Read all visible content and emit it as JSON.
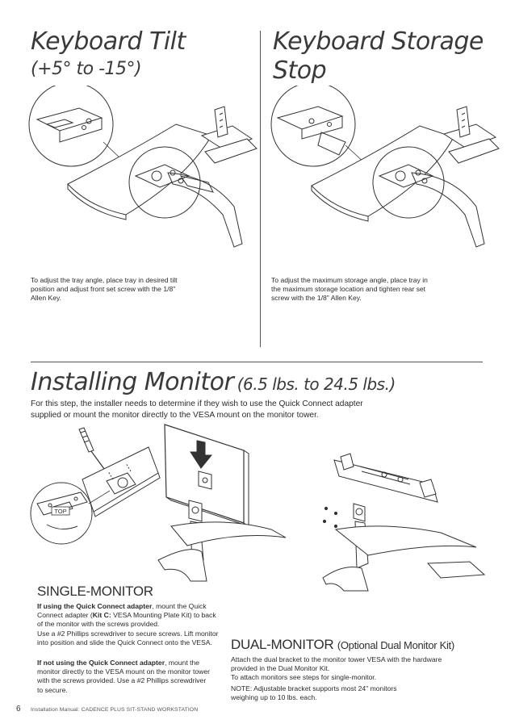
{
  "tilt": {
    "title": "Keyboard Tilt",
    "subtitle": "(+5° to -15°)",
    "desc_lines": [
      "To adjust the tray angle, place tray in desired tilt",
      "position and adjust front set screw with the 1/8\"",
      "Allen Key."
    ]
  },
  "storage": {
    "title": "Keyboard Storage Stop",
    "desc_lines": [
      "To adjust the maximum storage angle, place tray in",
      "the maximum storage location and tighten rear set",
      "screw with the 1/8\" Allen Key."
    ]
  },
  "monitor": {
    "title": "Installing Monitor",
    "weight": "(6.5 lbs. to 24.5 lbs.)",
    "intro_lines": [
      "For this step, the installer needs to determine if they wish to use the Quick Connect adapter",
      "supplied or mount the monitor directly to the VESA mount on the monitor tower."
    ]
  },
  "single": {
    "title": "SINGLE-MONITOR",
    "p1_bold": "If using the Quick Connect adapter",
    "p1_line1_rest": ", mount the Quick",
    "p1_line2_a": "Connect adapter (",
    "p1_line2_bold": "Kit C:",
    "p1_line2_rest": " VESA Mounting Plate Kit) to back",
    "p1_lines": [
      "of the monitor with the screws provided.",
      "Use a #2 Phillips screwdriver to secure screws. Lift monitor",
      "into position and slide the Quick Connect onto the VESA."
    ],
    "p2_bold": "If not using the Quick Connect adapter",
    "p2_line1_rest": ", mount the",
    "p2_lines": [
      "monitor directly to the VESA mount on the monitor tower",
      "with the screws provided. Use a #2 Phillips screwdriver",
      "to secure."
    ]
  },
  "dual": {
    "title": "DUAL-MONITOR",
    "subtitle": "(Optional Dual Monitor Kit)",
    "lines": [
      "Attach the dual bracket to the monitor tower VESA with the hardware",
      "provided in the Dual Monitor Kit.",
      "To attach monitors see steps for single-monitor."
    ],
    "note_lines": [
      "NOTE: Adjustable bracket supports most 24\" monitors",
      "weighing up to 10 lbs. each."
    ]
  },
  "footer": {
    "page": "6",
    "text": "Installation Manual: CADENCE PLUS SIT-STAND WORKSTATION"
  },
  "illustration_labels": {
    "top_tag": "TOP"
  }
}
